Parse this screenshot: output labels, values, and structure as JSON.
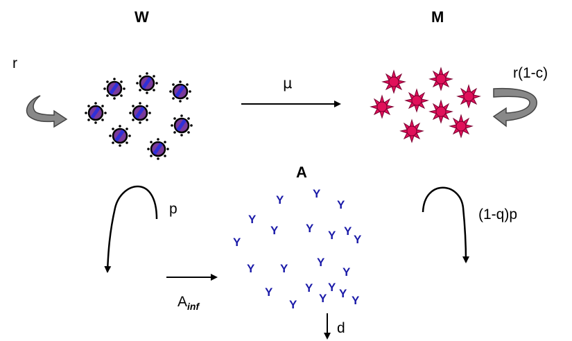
{
  "populations": {
    "wild_type": "W",
    "mutant": "M",
    "antibody": "A"
  },
  "rates": {
    "w_replication": "r",
    "m_replication": "r(1-c)",
    "mutation": "μ",
    "w_to_a": "p",
    "m_to_a": "(1-q)p",
    "a_inf_base": "A",
    "a_inf_sub": "inf",
    "decay": "d"
  },
  "antibody_glyph": "Y",
  "colors": {
    "virus_body": "#7a3a9a",
    "virus_stripe": "#3030d8",
    "virus_ring": "#000000",
    "mutant_fill": "#e0105a",
    "mutant_stroke": "#7a0030",
    "antibody": "#1a1aa8",
    "cycle_arrow_fill": "#888888",
    "cycle_arrow_stroke": "#444444"
  }
}
